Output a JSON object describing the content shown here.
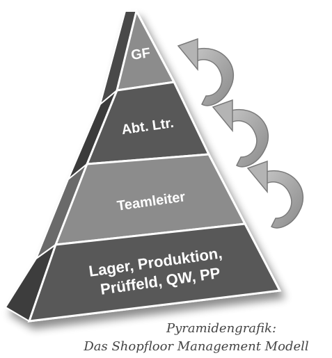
{
  "caption_top": "",
  "caption": {
    "line1": "Pyramidengrafik:",
    "line2": "Das Shopfloor Management Modell"
  },
  "levels": [
    {
      "id": "gf",
      "lines": [
        "GF"
      ]
    },
    {
      "id": "abt-ltr",
      "lines": [
        "Abt. Ltr."
      ]
    },
    {
      "id": "teamleiter",
      "lines": [
        "Teamleiter"
      ]
    },
    {
      "id": "base",
      "lines": [
        "Lager, Produktion,",
        "Prüffeld, QW, PP"
      ]
    }
  ],
  "arrows": {
    "count": 3,
    "icon": "curved-arrow-icon",
    "color": "#9a9a9a"
  },
  "colors": {
    "level_dark": "#585858",
    "level_light": "#8c8c8c",
    "side_dark": "#3c3c3c",
    "side_light": "#6a6a6a",
    "outline": "#ffffff",
    "label": "#ffffff"
  }
}
